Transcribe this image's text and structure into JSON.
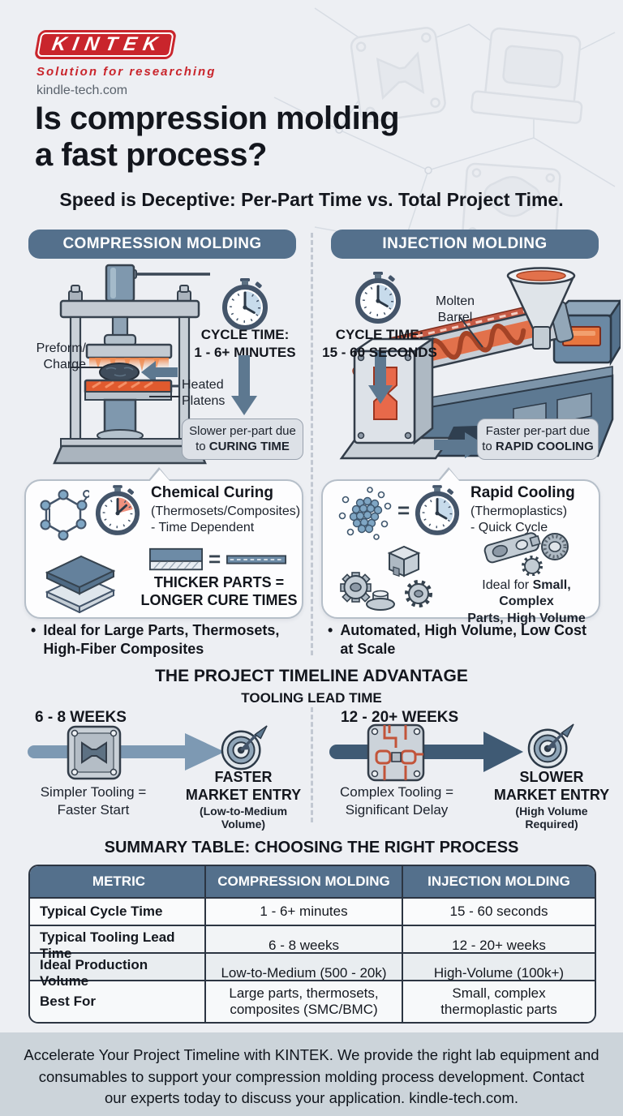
{
  "ui": {
    "bullet": "•",
    "equals": "="
  },
  "colors": {
    "accent_slate": "#54708c",
    "brand_red": "#c9252c",
    "heat_orange": "#e05a2e",
    "arrow_slate": "#5d7890",
    "dark_arrow": "#3f5a74",
    "table_border": "#2c3542",
    "footer_bg": "#ccd4da",
    "page_bg": "#edeff3"
  },
  "header": {
    "logo_text": "KINTEK",
    "tagline": "Solution for researching",
    "website": "kindle-tech.com",
    "title_line1": "Is compression molding",
    "title_line2": "a fast process?",
    "subtitle": "Speed is Deceptive: Per-Part Time vs. Total Project Time."
  },
  "compression": {
    "header": "COMPRESSION MOLDING",
    "press_labels": {
      "preform_line1": "Preform/",
      "preform_line2": "Charge",
      "platens_line1": "Heated",
      "platens_line2": "Platens"
    },
    "cycle": {
      "label": "CYCLE TIME:",
      "value": "1 - 6+ MINUTES"
    },
    "callout": {
      "line1": "Slower per-part due",
      "line2_prefix": "to ",
      "line2_bold": "CURING TIME"
    },
    "detail_box": {
      "title": "Chemical Curing",
      "subtitle1": "(Thermosets/Composites)",
      "subtitle2": "- Time Dependent",
      "note_line1": "THICKER PARTS =",
      "note_line2": "LONGER CURE TIMES"
    },
    "bullet_line1": "Ideal for Large Parts, Thermosets,",
    "bullet_line2": "High-Fiber Composites"
  },
  "injection": {
    "header": "INJECTION MOLDING",
    "machine_labels": {
      "barrel_line1": "Molten",
      "barrel_line2": "Barrel"
    },
    "cycle": {
      "label": "CYCLE TIME:",
      "value": "15 - 60 SECONDS"
    },
    "callout": {
      "line1": "Faster per-part due",
      "line2_prefix": "to ",
      "line2_bold": "RAPID COOLING"
    },
    "detail_box": {
      "title": "Rapid Cooling",
      "subtitle1": "(Thermoplastics)",
      "subtitle2": "- Quick Cycle",
      "note_prefix": "Ideal for ",
      "note_bold1": "Small, Complex",
      "note_bold2": "Parts, High Volume"
    },
    "bullet_line1": "Automated, High Volume, Low Cost",
    "bullet_line2": "at Scale"
  },
  "timeline": {
    "heading": "THE PROJECT TIMELINE ADVANTAGE",
    "subheading": "TOOLING LEAD TIME",
    "left": {
      "duration": "6 - 8 WEEKS",
      "tooling_line1": "Simpler Tooling =",
      "tooling_line2": "Faster Start",
      "result_line1": "FASTER",
      "result_line2": "MARKET ENTRY",
      "result_note": "(Low-to-Medium Volume)"
    },
    "right": {
      "duration": "12 - 20+ WEEKS",
      "tooling_line1": "Complex Tooling =",
      "tooling_line2": "Significant Delay",
      "result_line1": "SLOWER",
      "result_line2": "MARKET ENTRY",
      "result_note": "(High Volume Required)"
    }
  },
  "summary_table": {
    "heading": "SUMMARY TABLE: CHOOSING THE RIGHT PROCESS",
    "columns": [
      "METRIC",
      "COMPRESSION MOLDING",
      "INJECTION MOLDING"
    ],
    "rows": [
      [
        "Typical Cycle Time",
        "1 - 6+ minutes",
        "15 - 60 seconds"
      ],
      [
        "Typical Tooling Lead Time",
        "6 - 8 weeks",
        "12 - 20+ weeks"
      ],
      [
        "Ideal Production Volume",
        "Low-to-Medium (500 - 20k)",
        "High-Volume (100k+)"
      ],
      [
        "Best For",
        "Large parts, thermosets, composites (SMC/BMC)",
        "Small, complex thermoplastic parts"
      ]
    ]
  },
  "footer": {
    "line1": "Accelerate Your Project Timeline with KINTEK. We provide the right lab equipment and",
    "line2": "consumables to support your compression molding process development. Contact",
    "line3": "our experts today to discuss your application. kindle-tech.com."
  }
}
